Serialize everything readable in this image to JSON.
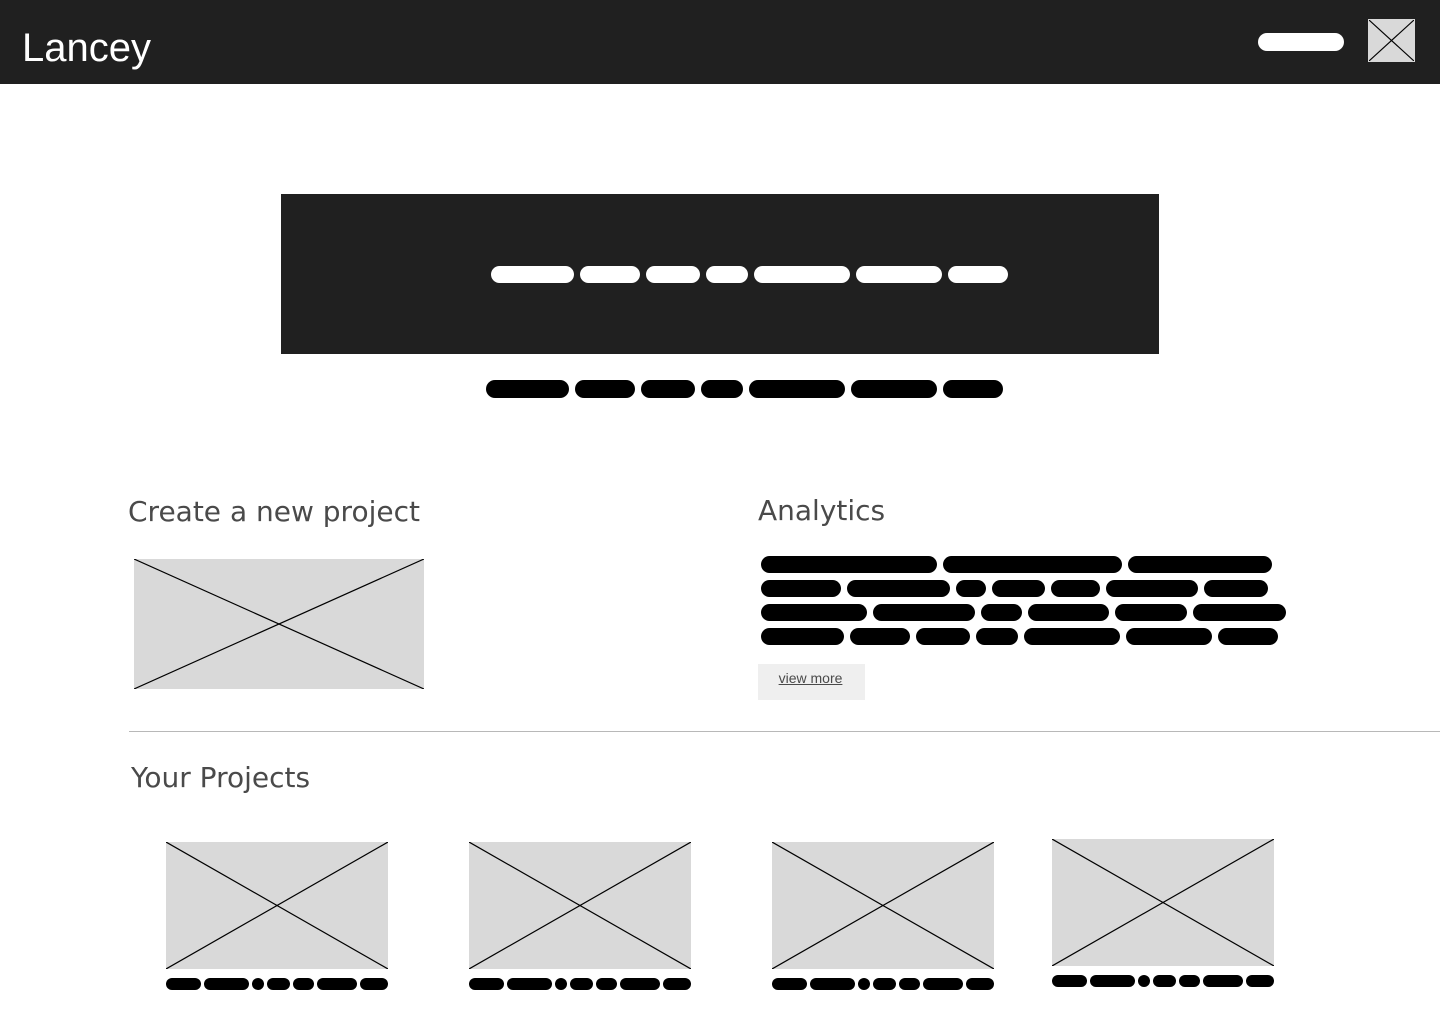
{
  "header": {
    "brand": "Lancey",
    "nav_placeholder": "nav-pill",
    "avatar_icon": "image-placeholder-icon"
  },
  "hero": {
    "background": "#202020",
    "headline_placeholder_words": 7,
    "subheadline_placeholder_words": 7
  },
  "create_project": {
    "heading": "Create a new project",
    "image_icon": "image-placeholder-icon"
  },
  "analytics": {
    "heading": "Analytics",
    "placeholder_lines": 4,
    "view_more_label": "view more"
  },
  "projects": {
    "heading": "Your Projects",
    "cards": [
      {
        "image_icon": "image-placeholder-icon"
      },
      {
        "image_icon": "image-placeholder-icon"
      },
      {
        "image_icon": "image-placeholder-icon"
      },
      {
        "image_icon": "image-placeholder-icon"
      }
    ]
  },
  "colors": {
    "topbar": "#202020",
    "placeholder_gray": "#d9d9d9",
    "heading_text": "#4a4a4a",
    "button_bg": "#efefef",
    "divider": "#b8b8b8"
  }
}
